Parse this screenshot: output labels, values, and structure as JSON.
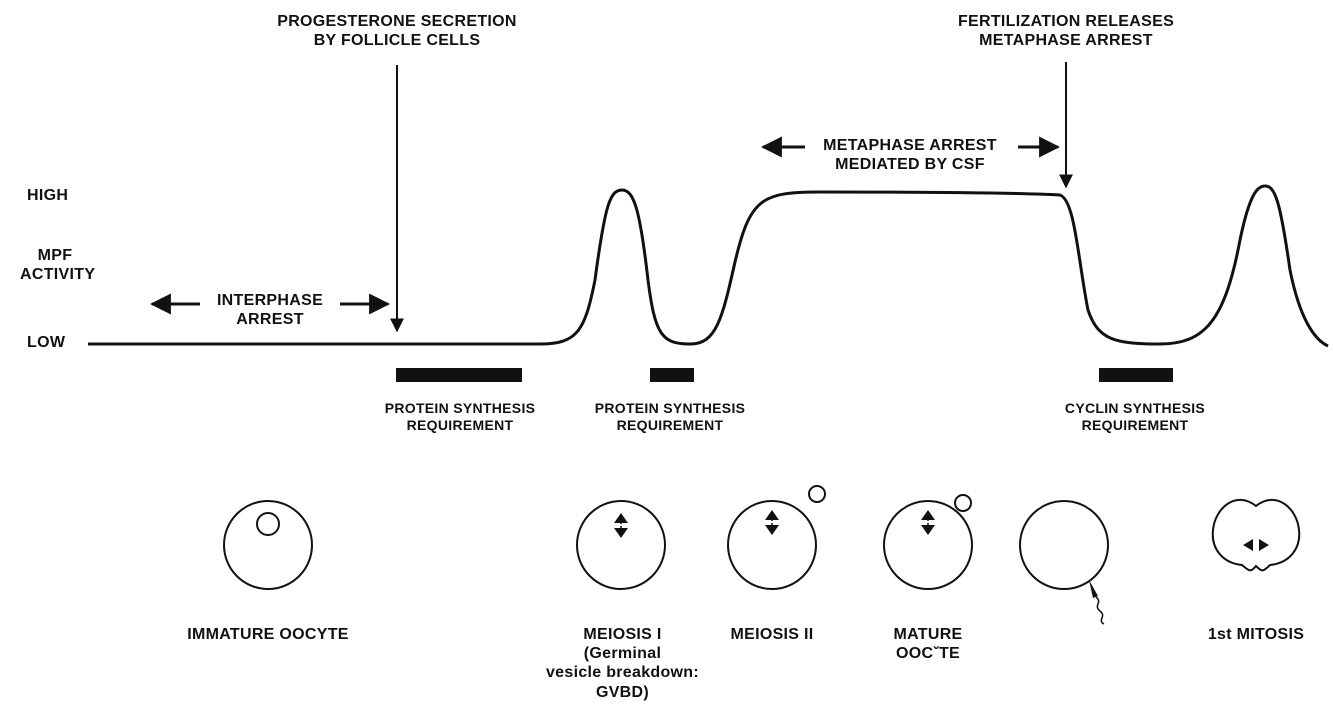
{
  "axis": {
    "high": "HIGH",
    "measure_line1": "MPF",
    "measure_line2": "ACTIVITY",
    "low": "LOW"
  },
  "annotations": {
    "progesterone_line1": "PROGESTERONE SECRETION",
    "progesterone_line2": "BY FOLLICLE CELLS",
    "fertilization_line1": "FERTILIZATION RELEASES",
    "fertilization_line2": "METAPHASE ARREST",
    "metaphase_arrest_line1": "METAPHASE ARREST",
    "metaphase_arrest_line2": "MEDIATED BY CSF",
    "interphase_line1": "INTERPHASE",
    "interphase_line2": "ARREST"
  },
  "requirements": [
    {
      "line1": "PROTEIN SYNTHESIS",
      "line2": "REQUIREMENT"
    },
    {
      "line1": "PROTEIN SYNTHESIS",
      "line2": "REQUIREMENT"
    },
    {
      "line1": "CYCLIN SYNTHESIS",
      "line2": "REQUIREMENT"
    }
  ],
  "stages": [
    {
      "lines": [
        "IMMATURE OOCYTE"
      ]
    },
    {
      "lines": [
        "MEIOSIS I",
        "(Germinal",
        "vesicle breakdown:",
        "GVBD)"
      ]
    },
    {
      "lines": [
        "MEIOSIS II"
      ]
    },
    {
      "lines": [
        "MATURE",
        "OOCˇTE"
      ]
    },
    {
      "lines": []
    },
    {
      "lines": [
        "1st MITOSIS"
      ]
    }
  ]
}
